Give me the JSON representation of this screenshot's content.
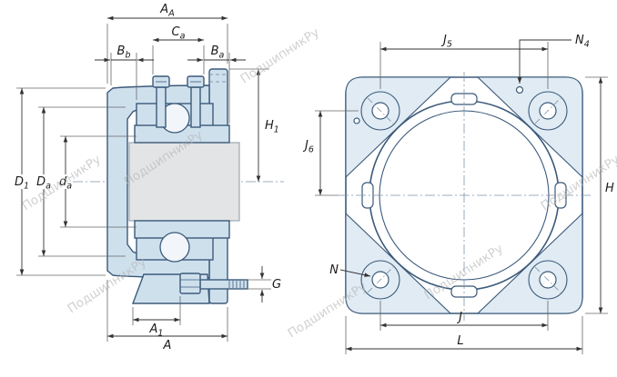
{
  "watermark": {
    "text": "ПодшипникРу"
  },
  "side": {
    "AA": {
      "t": "A",
      "s": "A"
    },
    "Ca": {
      "t": "C",
      "s": "a"
    },
    "Bb": {
      "t": "B",
      "s": "b"
    },
    "Ba": {
      "t": "B",
      "s": "a"
    },
    "H1": {
      "t": "H",
      "s": "1"
    },
    "D1": {
      "t": "D",
      "s": "1"
    },
    "Da": {
      "t": "D",
      "s": "a"
    },
    "da": {
      "t": "d",
      "s": "a"
    },
    "G": {
      "t": "G",
      "s": ""
    },
    "A1": {
      "t": "A",
      "s": "1"
    },
    "A": {
      "t": "A",
      "s": ""
    }
  },
  "front": {
    "J5": {
      "t": "J",
      "s": "5"
    },
    "N4": {
      "t": "N",
      "s": "4"
    },
    "J6": {
      "t": "J",
      "s": "6"
    },
    "H": {
      "t": "H",
      "s": ""
    },
    "N": {
      "t": "N",
      "s": ""
    },
    "J": {
      "t": "J",
      "s": ""
    },
    "L": {
      "t": "L",
      "s": ""
    }
  },
  "colors": {
    "outline": "#3b5a7a",
    "housing_fill": "#cfe0ed",
    "gusset_fill": "#e0ebf4",
    "shaft_fill": "#e3e4e5",
    "dimension": "#333333",
    "watermark": "#b5b5b5",
    "background": "#ffffff"
  }
}
